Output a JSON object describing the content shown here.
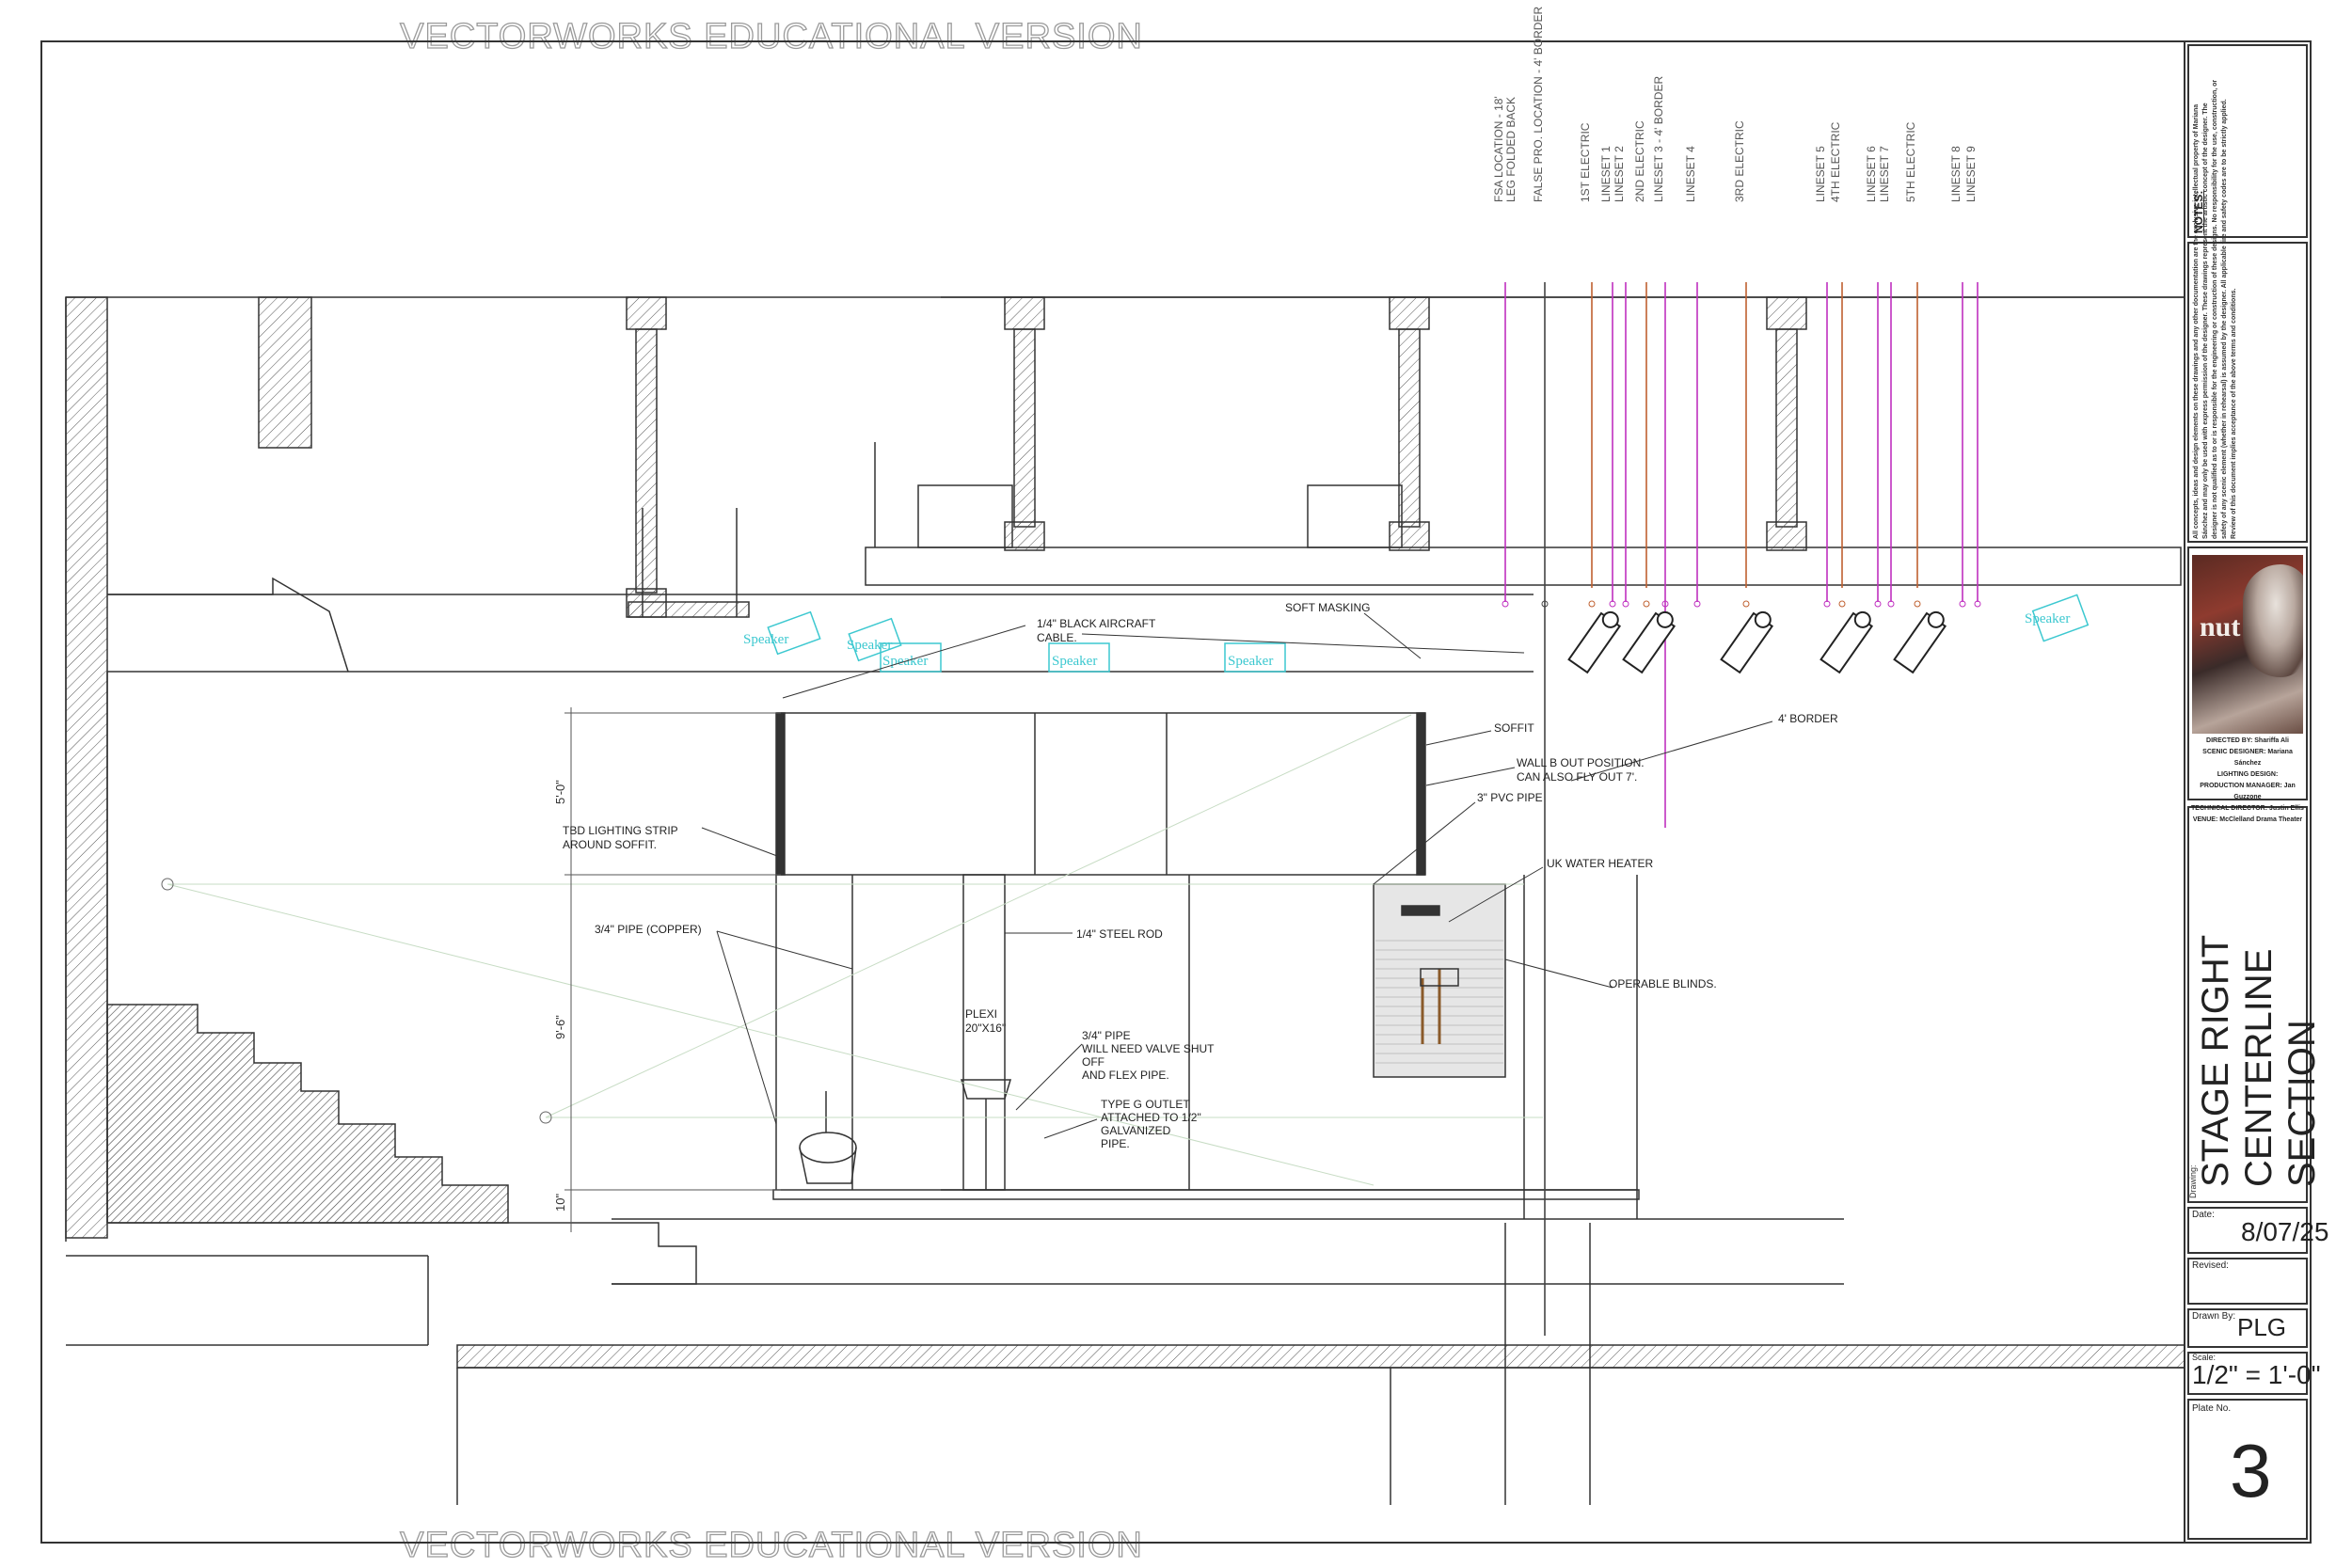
{
  "watermark": "VECTORWORKS EDUCATIONAL VERSION",
  "linesets": [
    {
      "label": "FSA LOCATION - 18'",
      "label2": "LEG FOLDED BACK",
      "color": "#c030c0"
    },
    {
      "label": "FALSE PRO. LOCATION - 4' BORDER",
      "color": "#444444"
    },
    {
      "label": "1ST ELECTRIC",
      "color": "#c06030"
    },
    {
      "label": "LINESET 1",
      "color": "#c030c0"
    },
    {
      "label": "LINESET 2",
      "color": "#c030c0"
    },
    {
      "label": "2ND ELECTRIC",
      "color": "#c06030"
    },
    {
      "label": "LINESET 3 - 4' BORDER",
      "color": "#c030c0"
    },
    {
      "label": "LINESET 4",
      "color": "#c030c0"
    },
    {
      "label": "3RD ELECTRIC",
      "color": "#c06030"
    },
    {
      "label": "LINESET 5",
      "color": "#c030c0"
    },
    {
      "label": "4TH ELECTRIC",
      "color": "#c06030"
    },
    {
      "label": "LINESET 6",
      "color": "#c030c0"
    },
    {
      "label": "LINESET 7",
      "color": "#c030c0"
    },
    {
      "label": "5TH ELECTRIC",
      "color": "#c06030"
    },
    {
      "label": "LINESET 8",
      "color": "#c030c0"
    },
    {
      "label": "LINESET 9",
      "color": "#c030c0"
    }
  ],
  "annotations": {
    "soft_masking": "SOFT MASKING",
    "aircraft_cable_1": "1/4\" BLACK AIRCRAFT",
    "aircraft_cable_2": "CABLE.",
    "soffit": "SOFFIT",
    "border": "4' BORDER",
    "wall_b_1": "WALL B OUT POSITION.",
    "wall_b_2": "CAN ALSO FLY OUT 7'.",
    "pvc_pipe": "3\" PVC PIPE",
    "water_heater": "UK WATER HEATER",
    "operable_blinds": "OPERABLE BLINDS.",
    "tbd_lighting_1": "TBD LIGHTING STRIP",
    "tbd_lighting_2": "AROUND SOFFIT.",
    "copper_pipe": "3/4\" PIPE (COPPER)",
    "steel_rod": "1/4\" STEEL ROD",
    "plexi_1": "PLEXI",
    "plexi_2": "20\"X16\"",
    "pipe_valve_1": "3/4\" PIPE",
    "pipe_valve_2": "WILL NEED VALVE SHUT",
    "pipe_valve_3": "OFF",
    "pipe_valve_4": "AND FLEX PIPE.",
    "outlet_1": "TYPE G OUTLET",
    "outlet_2": "ATTACHED TO 1/2\"",
    "outlet_3": "GALVANIZED",
    "outlet_4": "PIPE.",
    "speaker": "Speaker",
    "dim_5": "5'-0\"",
    "dim_9": "9'-6\"",
    "dim_10": "10\""
  },
  "title_block": {
    "notes_label": "NOTES:",
    "notes_text": "All concepts, ideas and design elements on these drawings and any other documentation are the exclusive intellectual property of Mariana Sánchez and may only be used with express permission of the designer. These drawings represent the artistic concept of the designer. The designer is not qualified as to or is responsible for the engineering or construction of these designs. No responsibility for the use, construction, or safety of any scenic element (whether in rehearsal) is assumed by the designer. All applicable fire and safety codes are to be strictly applied. Review of this document implies acceptance of the above terms and conditions.",
    "poster_title": "nut",
    "credits": [
      "DIRECTED BY: Shariffa Ali",
      "SCENIC DESIGNER: Mariana Sánchez",
      "LIGHTING DESIGN:",
      "PRODUCTION MANAGER: Jan Guzzone",
      "TECHNICAL DIRECTOR: Justin Ellis",
      "VENUE: McClelland Drama Theater"
    ],
    "drawing_label": "Drawing:",
    "drawing_title_1": "STAGE RIGHT",
    "drawing_title_2": "CENTERLINE SECTION",
    "date_label": "Date:",
    "date": "8/07/25",
    "revised_label": "Revised:",
    "drawn_by_label": "Drawn By:",
    "drawn_by": "PLG",
    "scale_label": "Scale:",
    "scale": "1/2\" = 1'-0\"",
    "plate_label": "Plate No.",
    "plate": "3"
  }
}
